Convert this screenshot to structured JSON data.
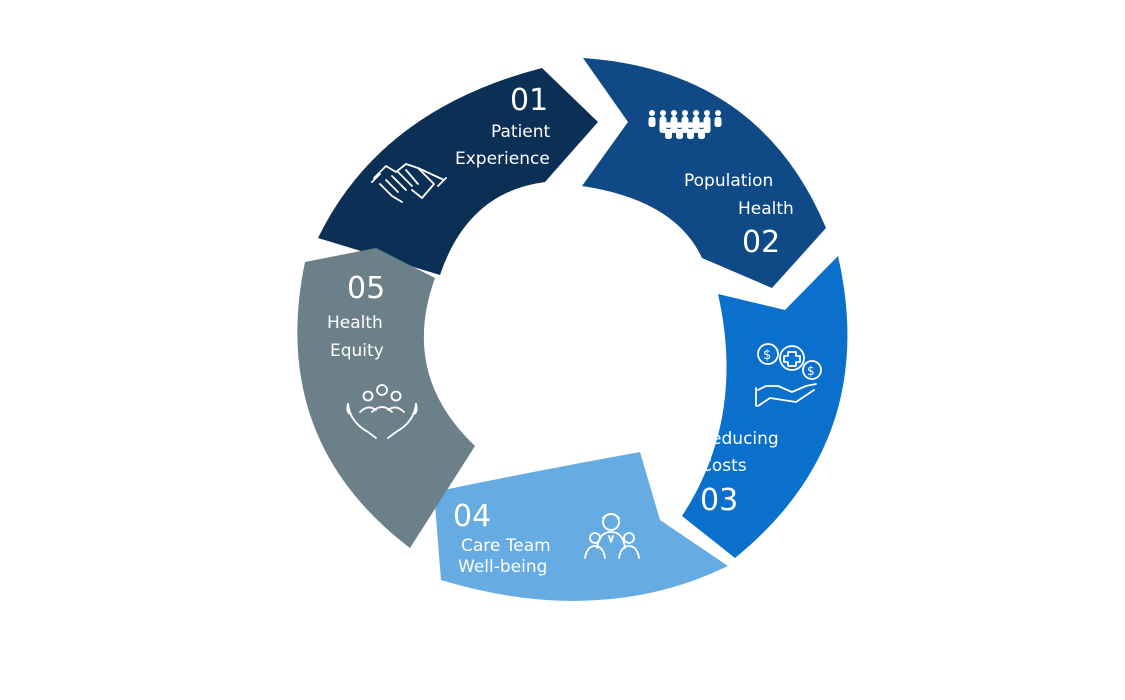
{
  "segments": [
    {
      "number": "01",
      "label": [
        "Patient",
        "Experience"
      ],
      "icon": "handshake-icon",
      "color": "#0b2f55"
    },
    {
      "number": "02",
      "label": [
        "Population",
        "Health"
      ],
      "icon": "crowd-icon",
      "color": "#0f4a86"
    },
    {
      "number": "03",
      "label": [
        "Reducing",
        "Costs"
      ],
      "icon": "cost-savings-icon",
      "color": "#0b70cc"
    },
    {
      "number": "04",
      "label": [
        "Care Team",
        "Well-being"
      ],
      "icon": "care-team-icon",
      "color": "#66ace3"
    },
    {
      "number": "05",
      "label": [
        "Health",
        "Equity"
      ],
      "icon": "caring-hands-icon",
      "color": "#6c8089"
    }
  ]
}
